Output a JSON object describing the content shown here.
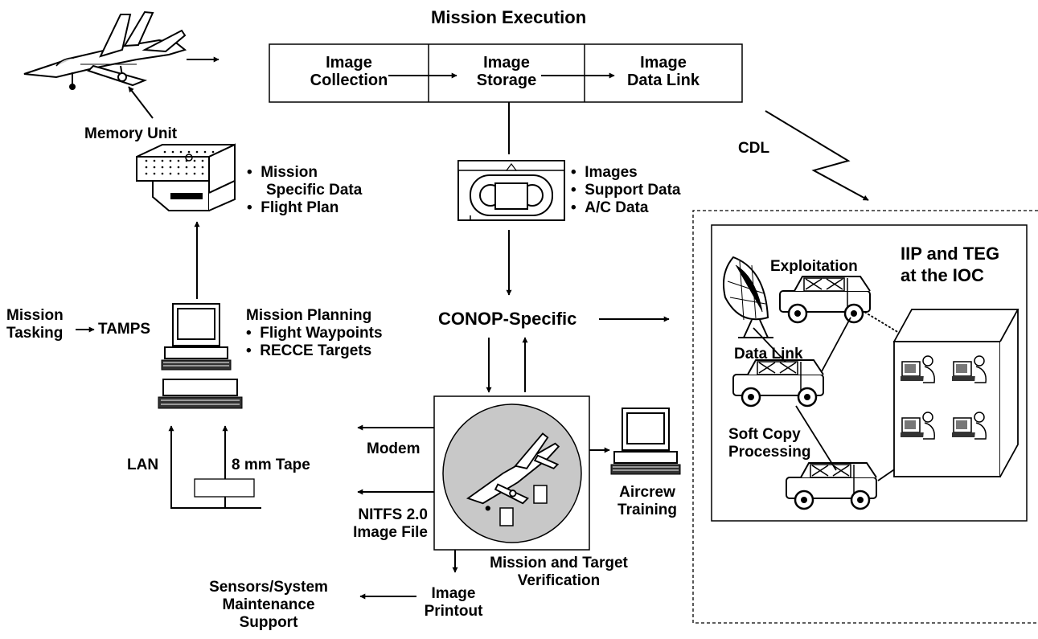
{
  "title": "Mission Execution",
  "execution_stages": [
    {
      "line1": "Image",
      "line2": "Collection"
    },
    {
      "line1": "Image",
      "line2": "Storage"
    },
    {
      "line1": "Image",
      "line2": "Data Link"
    }
  ],
  "memory_unit": {
    "label": "Memory Unit",
    "bullets": [
      {
        "line1": "Mission",
        "line2": "Specific Data"
      },
      {
        "line1": "Flight Plan",
        "line2": ""
      }
    ]
  },
  "tape": {
    "bullets": [
      "Images",
      "Support Data",
      "A/C Data"
    ]
  },
  "cdl_label": "CDL",
  "conop_label": "CONOP-Specific",
  "planning": {
    "mission_tasking_line1": "Mission",
    "mission_tasking_line2": "Tasking",
    "tamps": "TAMPS",
    "heading": "Mission Planning",
    "bullets": [
      "Flight Waypoints",
      "RECCE Targets"
    ],
    "lan": "LAN",
    "tape_8mm": "8 mm Tape"
  },
  "outputs": {
    "modem": "Modem",
    "nitfs_line1": "NITFS 2.0",
    "nitfs_line2": "Image File",
    "aircrew_line1": "Aircrew",
    "aircrew_line2": "Training",
    "verification_line1": "Mission and Target",
    "verification_line2": "Verification",
    "printout_line1": "Image",
    "printout_line2": "Printout",
    "maintenance_line1": "Sensors/System",
    "maintenance_line2": "Maintenance",
    "maintenance_line3": "Support"
  },
  "ioc": {
    "title_line1": "IIP and TEG",
    "title_line2": "at the IOC",
    "exploitation": "Exploitation",
    "data_link": "Data Link",
    "soft_copy_line1": "Soft Copy",
    "soft_copy_line2": "Processing"
  }
}
